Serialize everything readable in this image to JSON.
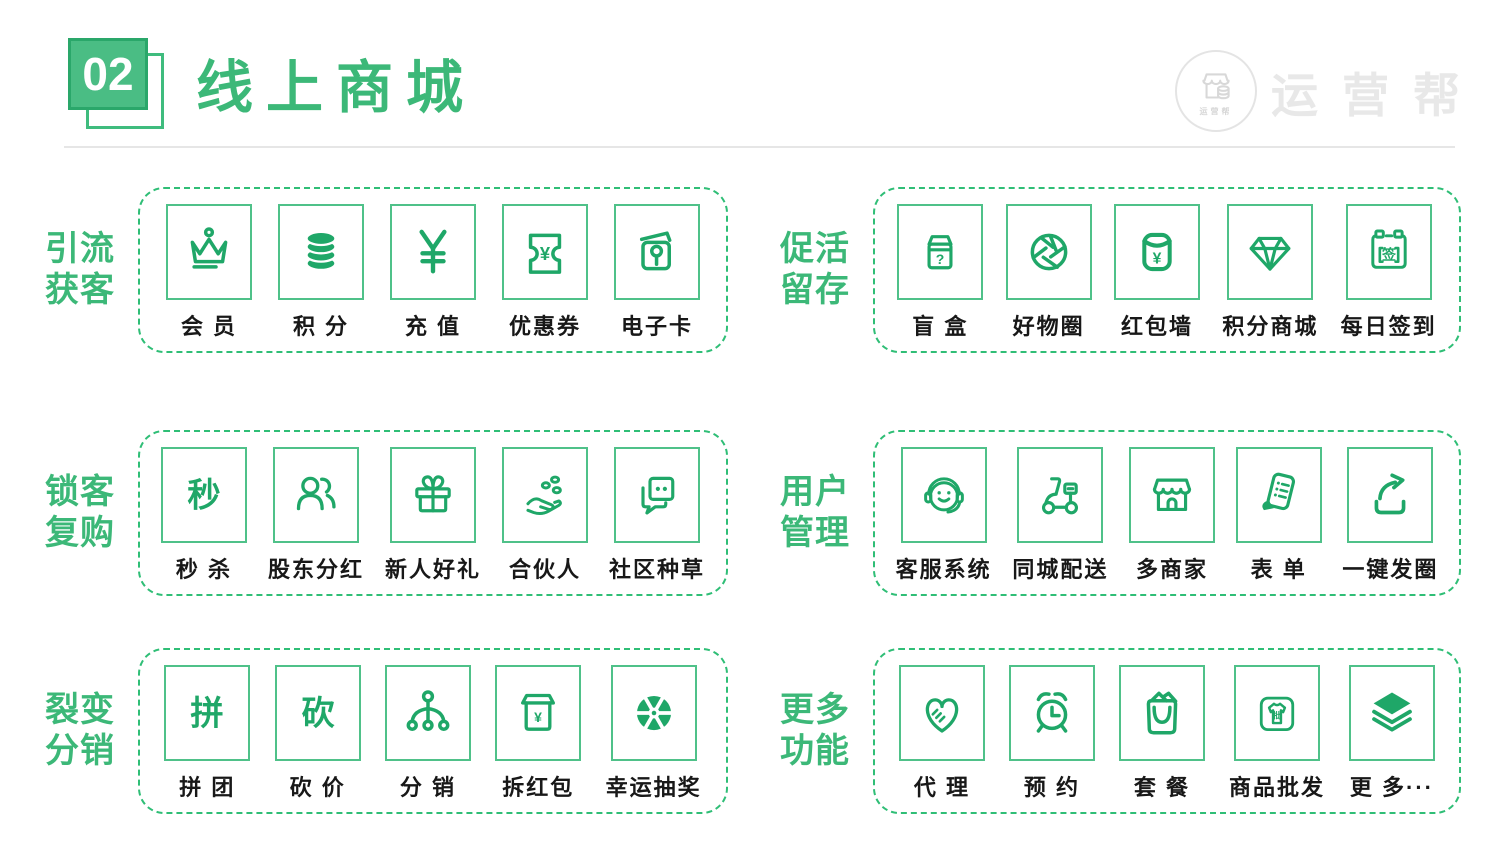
{
  "header": {
    "badge": "02",
    "title": "线上商城",
    "brand": {
      "name": "运营帮",
      "circle_caption": "运营帮"
    }
  },
  "colors": {
    "green_title": "#3cb878",
    "green_icon": "#1fa768",
    "green_box_border": "#4fc189",
    "green_dashed_border": "#2fbe76",
    "badge_fill": "#4abd84",
    "badge_border": "#2aa76a",
    "label_text": "#181818",
    "watermark": "#e8e8e8"
  },
  "groups": [
    {
      "label": [
        "引流",
        "获客"
      ],
      "items": [
        {
          "icon": "crown-icon",
          "label": "会 员"
        },
        {
          "icon": "coins-stack-icon",
          "label": "积 分"
        },
        {
          "icon": "yen-icon",
          "label": "充 值"
        },
        {
          "icon": "coupon-ticket-icon",
          "label": "优惠券",
          "glyph": "¥"
        },
        {
          "icon": "ecard-icon",
          "label": "电子卡"
        }
      ]
    },
    {
      "label": [
        "促活",
        "留存"
      ],
      "items": [
        {
          "icon": "blind-box-icon",
          "label": "盲 盒",
          "glyph": "?"
        },
        {
          "icon": "aperture-icon",
          "label": "好物圈"
        },
        {
          "icon": "red-envelope-icon",
          "label": "红包墙",
          "glyph": "¥"
        },
        {
          "icon": "diamond-icon",
          "label": "积分商城"
        },
        {
          "icon": "checkin-calendar-icon",
          "label": "每日签到",
          "glyph": "签"
        }
      ]
    },
    {
      "label": [
        "锁客",
        "复购"
      ],
      "items": [
        {
          "icon": "char-glyph-icon",
          "label": "秒 杀",
          "glyph": "秒"
        },
        {
          "icon": "shareholders-icon",
          "label": "股东分红"
        },
        {
          "icon": "gift-icon",
          "label": "新人好礼"
        },
        {
          "icon": "hand-coins-icon",
          "label": "合伙人"
        },
        {
          "icon": "chat-bubbles-icon",
          "label": "社区种草"
        }
      ]
    },
    {
      "label": [
        "用户",
        "管理"
      ],
      "items": [
        {
          "icon": "customer-service-icon",
          "label": "客服系统"
        },
        {
          "icon": "delivery-scooter-icon",
          "label": "同城配送"
        },
        {
          "icon": "storefront-icon",
          "label": "多商家"
        },
        {
          "icon": "form-icon",
          "label": "表 单"
        },
        {
          "icon": "share-arrow-icon",
          "label": "一键发圈"
        }
      ]
    },
    {
      "label": [
        "裂变",
        "分销"
      ],
      "items": [
        {
          "icon": "char-glyph-icon",
          "label": "拼 团",
          "glyph": "拼"
        },
        {
          "icon": "char-glyph-icon",
          "label": "砍 价",
          "glyph": "砍"
        },
        {
          "icon": "network-icon",
          "label": "分 销"
        },
        {
          "icon": "open-red-packet-icon",
          "label": "拆红包",
          "glyph": "¥"
        },
        {
          "icon": "lucky-wheel-icon",
          "label": "幸运抽奖"
        }
      ]
    },
    {
      "label": [
        "更多",
        "功能"
      ],
      "items": [
        {
          "icon": "handshake-heart-icon",
          "label": "代 理"
        },
        {
          "icon": "alarm-clock-icon",
          "label": "预 约"
        },
        {
          "icon": "shopping-bag-icon",
          "label": "套 餐"
        },
        {
          "icon": "wholesale-tshirt-icon",
          "label": "商品批发",
          "glyph": "批"
        },
        {
          "icon": "layers-icon",
          "label": "更 多···"
        }
      ]
    }
  ]
}
